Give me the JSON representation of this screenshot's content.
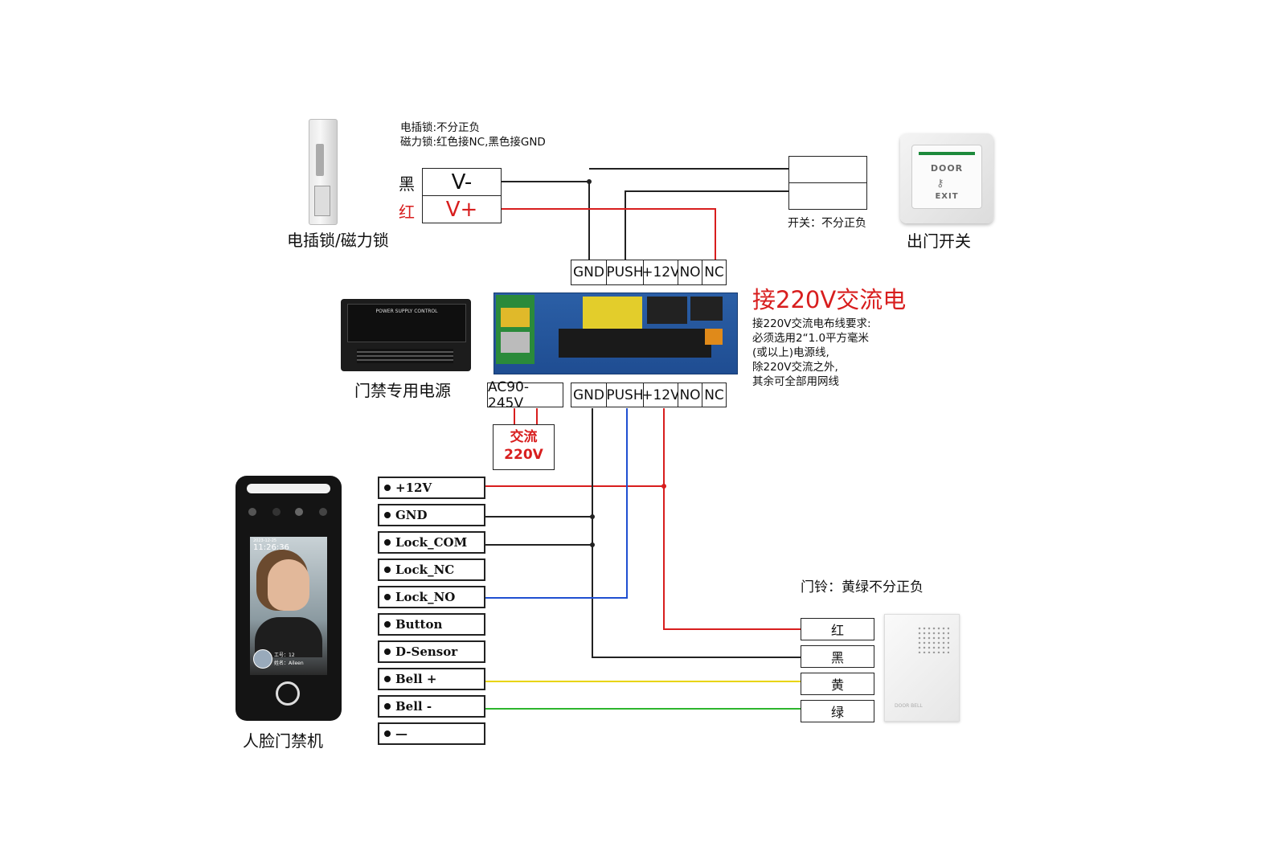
{
  "lock": {
    "caption": "电插锁/磁力锁",
    "note_line1": "电插锁:不分正负",
    "note_line2": "磁力锁:红色接NC,黑色接GND",
    "black_label": "黑",
    "red_label": "红",
    "vminus": "V-",
    "vplus": "V+"
  },
  "exit_switch": {
    "note": "开关：不分正负",
    "caption": "出门开关",
    "face_text_1": "DOOR",
    "face_text_2": "EXIT"
  },
  "controller": {
    "top_terminals": [
      "GND",
      "PUSH",
      "+12V",
      "NO",
      "NC"
    ],
    "bottom_terminals": [
      "GND",
      "PUSH",
      "+12V",
      "NO",
      "NC"
    ],
    "ac_input": "AC90-245V",
    "ac_label_line1": "交流",
    "ac_label_line2": "220V"
  },
  "power_supply": {
    "caption": "门禁专用电源",
    "face_title": "POWER SUPPLY CONTROL"
  },
  "ac_notice": {
    "title": "接220V交流电",
    "lines": [
      "接220V交流电布线要求:",
      "必须选用2“1.0平方毫米",
      "(或以上)电源线,",
      "除220V交流之外,",
      "其余可全部用网线"
    ]
  },
  "terminal_reader": {
    "caption": "人脸门禁机",
    "screen_date": "2023-12-25",
    "screen_time": "11:26:36",
    "screen_id": "工号：12",
    "screen_name": "姓名：Aileen",
    "pins": [
      "+12V",
      "GND",
      "Lock_COM",
      "Lock_NC",
      "Lock_NO",
      "Button",
      "D-Sensor",
      "Bell +",
      "Bell -",
      "—"
    ]
  },
  "doorbell": {
    "note": "门铃：黄绿不分正负",
    "wires": [
      "红",
      "黑",
      "黄",
      "绿"
    ],
    "face_text": "DOOR BELL"
  },
  "colors": {
    "red": "#d81e1e",
    "blue": "#1f4fd1",
    "yellow": "#e8d400",
    "green": "#2db52d",
    "black": "#222222"
  }
}
